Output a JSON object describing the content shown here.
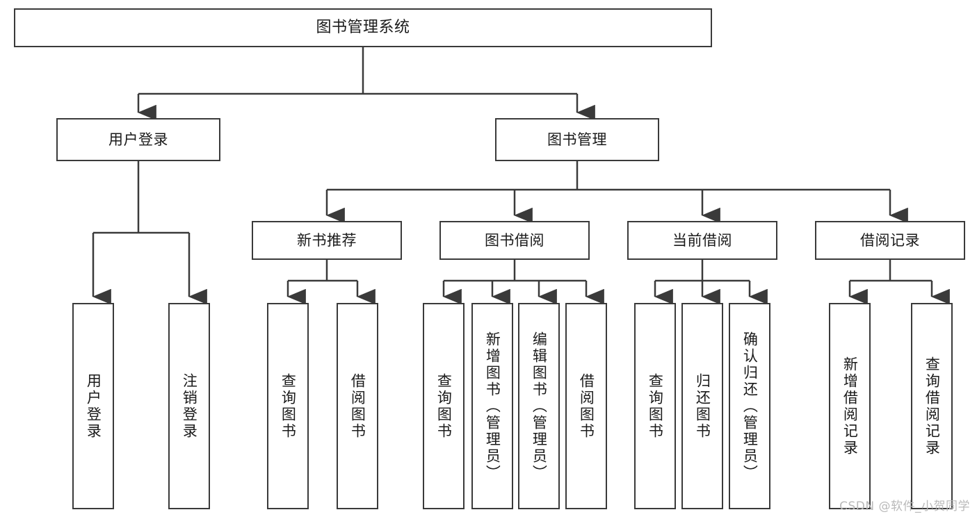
{
  "diagram": {
    "title": "图书管理系统",
    "watermark": "CSDN @软件_小贺同学",
    "colors": {
      "stroke": "#3a3a3a",
      "text": "#1a1a1a",
      "background": "#ffffff",
      "watermark": "#b9b9b9"
    },
    "nodes": {
      "root": {
        "label": "图书管理系统"
      },
      "level2": [
        {
          "label": "用户登录"
        },
        {
          "label": "图书管理"
        }
      ],
      "level3": [
        {
          "label": "新书推荐"
        },
        {
          "label": "图书借阅"
        },
        {
          "label": "当前借阅"
        },
        {
          "label": "借阅记录"
        }
      ],
      "leaves": {
        "user_login": [
          {
            "label": "用户登录"
          },
          {
            "label": "注销登录"
          }
        ],
        "new_book_recommend": [
          {
            "label": "查询图书"
          },
          {
            "label": "借阅图书"
          }
        ],
        "book_borrow": [
          {
            "label": "查询图书"
          },
          {
            "label": "新增图书（管理员）"
          },
          {
            "label": "编辑图书（管理员）"
          },
          {
            "label": "借阅图书"
          }
        ],
        "current_borrow": [
          {
            "label": "查询图书"
          },
          {
            "label": "归还图书"
          },
          {
            "label": "确认归还（管理员）"
          }
        ],
        "borrow_record": [
          {
            "label": "新增借阅记录"
          },
          {
            "label": "查询借阅记录"
          }
        ]
      }
    }
  }
}
